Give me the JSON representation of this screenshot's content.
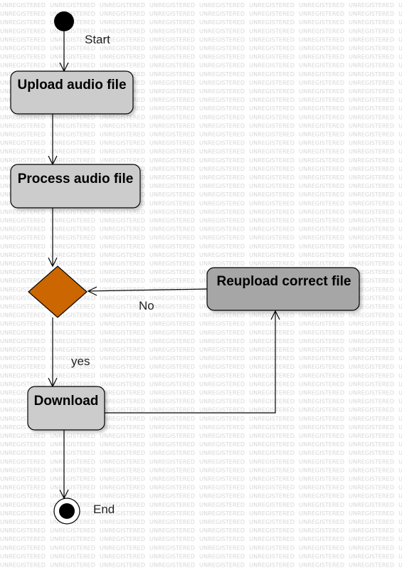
{
  "watermark": {
    "text": "UNREGISTERED"
  },
  "colors": {
    "action_fill": "#cccccc",
    "action_dark_fill": "#a6a6a6",
    "decision_fill": "#cc6600",
    "node_stroke": "#000000",
    "watermark_text": "#d6d6d6"
  },
  "nodes": {
    "start_label": "Start",
    "upload": "Upload audio file",
    "process": "Process audio file",
    "reupload": "Reupload correct  file",
    "download": "Download",
    "end_label": "End"
  },
  "edges": {
    "no_label": "No",
    "yes_label": "yes"
  }
}
